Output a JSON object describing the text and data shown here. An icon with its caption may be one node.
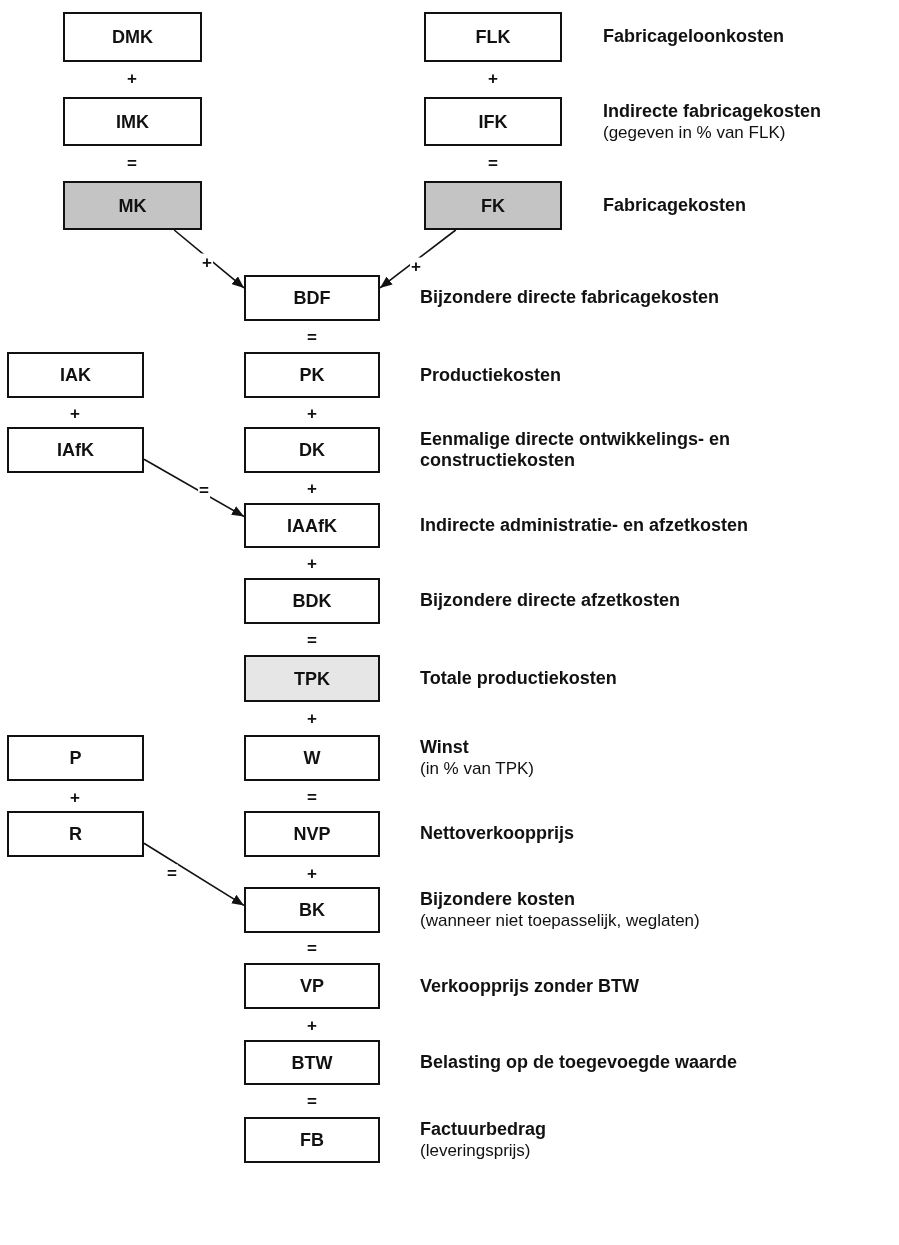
{
  "diagram": {
    "nodes": [
      {
        "text": [
          "DMK"
        ]
      },
      {
        "text": [
          "FLK"
        ],
        "beside": [
          "Fabricageloonkosten"
        ]
      },
      {
        "text": [
          "IMK"
        ]
      },
      {
        "text": [
          "IFK"
        ],
        "beside": [
          "Indirecte fabricagekosten",
          "(gegeven in % van FLK)"
        ]
      },
      {
        "text": [
          "MK"
        ]
      },
      {
        "text": [
          "FK"
        ],
        "beside": [
          "Fabricagekosten"
        ]
      },
      {
        "text": [
          "BDF"
        ],
        "beside": [
          "Bijzondere directe fabricagekosten"
        ]
      },
      {
        "text": [
          "IAK"
        ]
      },
      {
        "text": [
          "PK"
        ],
        "beside": [
          "Productiekosten"
        ]
      },
      {
        "text": [
          "IAfK"
        ]
      },
      {
        "text": [
          "DK"
        ],
        "beside": [
          "Eenmalige directe ontwikkelings- en constructiekosten"
        ]
      },
      {
        "text": [
          "IAAfK"
        ],
        "beside": [
          "Indirecte administratie- en afzetkosten"
        ]
      },
      {
        "text": [
          "BDK"
        ],
        "beside": [
          "Bijzondere directe afzetkosten"
        ]
      },
      {
        "text": [
          "TPK"
        ],
        "beside": [
          "Totale productiekosten"
        ]
      },
      {
        "text": [
          "P"
        ]
      },
      {
        "text": [
          "W"
        ],
        "beside": [
          "Winst",
          "(in % van TPK)"
        ]
      },
      {
        "text": [
          "R"
        ]
      },
      {
        "text": [
          "NVP"
        ],
        "beside": [
          "Nettoverkoopprijs"
        ]
      },
      {
        "text": [
          "BK"
        ],
        "beside": [
          "Bijzondere kosten",
          "(wanneer niet toepasselijk, weglaten)"
        ]
      },
      {
        "text": [
          "VP"
        ],
        "beside": [
          "Verkoopprijs zonder BTW"
        ]
      },
      {
        "text": [
          "BTW"
        ],
        "beside": [
          "Belasting op de toegevoegde waarde"
        ]
      },
      {
        "text": [
          "FB"
        ],
        "beside": [
          "Factuurbedrag",
          "(leveringsprijs)"
        ]
      }
    ],
    "edges": [
      {
        "from": 4,
        "to": 6,
        "arrow": "to",
        "label": "+"
      },
      {
        "from": 5,
        "to": 6,
        "arrow": "to",
        "label": "+"
      },
      {
        "from": 9,
        "to": 11,
        "arrow": "to",
        "label": "="
      },
      {
        "from": 16,
        "to": 18,
        "arrow": "to",
        "label": "="
      }
    ],
    "labels": [
      "+",
      "+",
      "=",
      "=",
      "=",
      "+",
      "+",
      "+",
      "+",
      "=",
      "+",
      "+",
      "=",
      "+",
      "=",
      "+",
      "="
    ]
  }
}
